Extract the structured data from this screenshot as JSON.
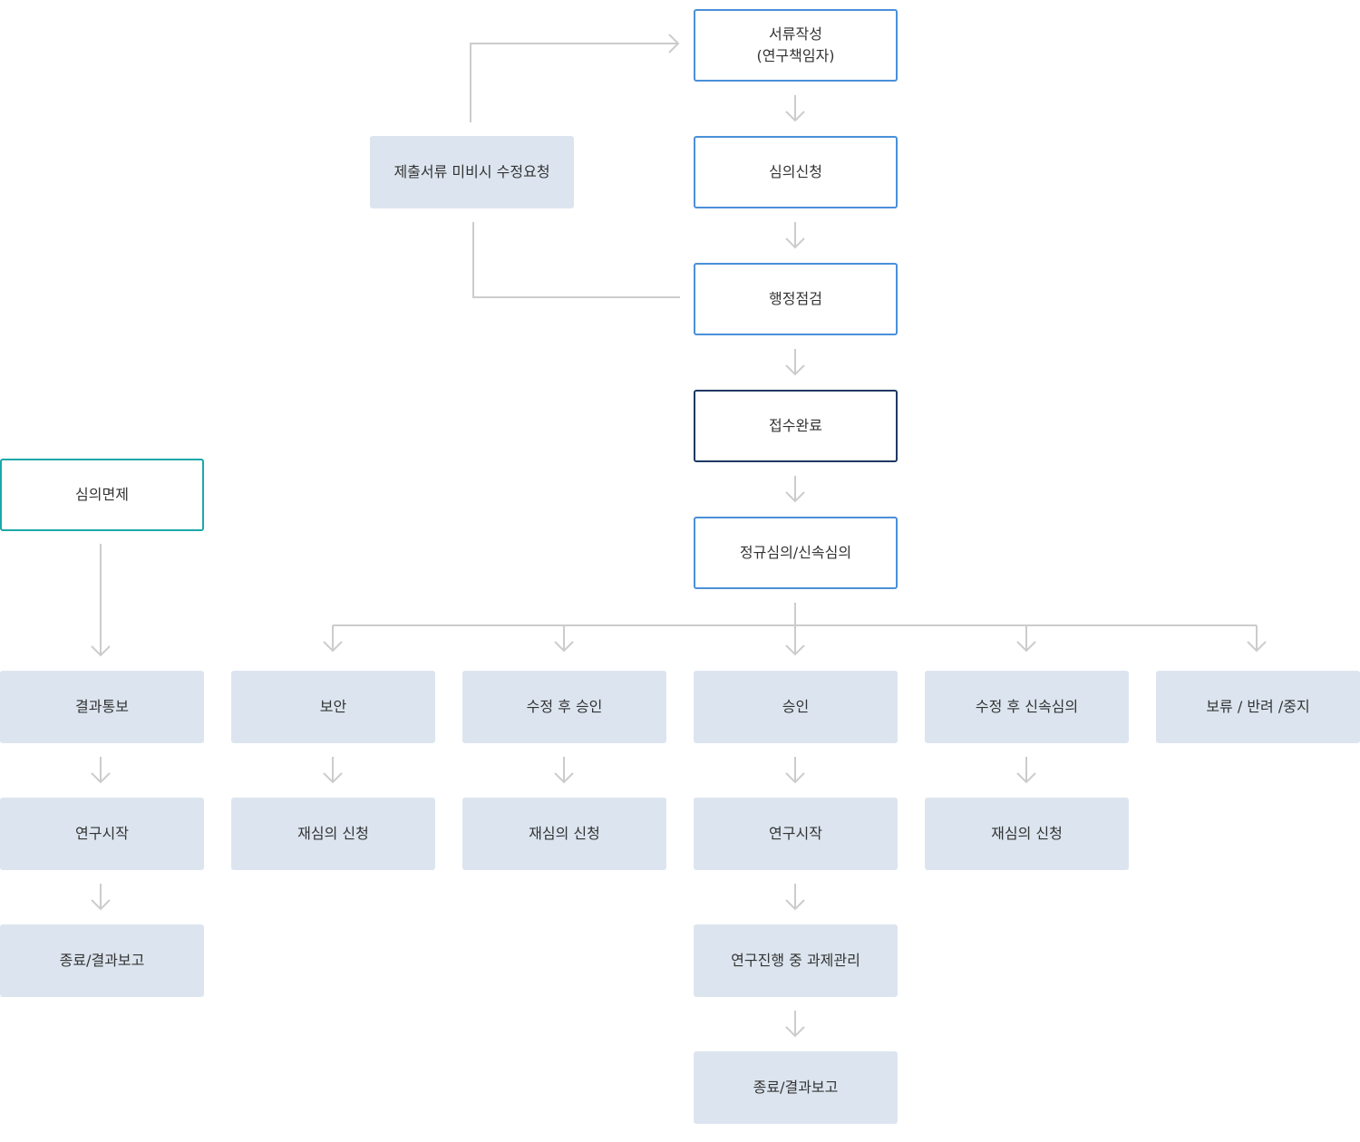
{
  "nodes": {
    "document_prep": "서류작성\n(연구책임자)",
    "review_application": "심의신청",
    "admin_check": "행정점검",
    "revision_request": "제출서류 미비시 수정요청",
    "receipt_complete": "접수완료",
    "regular_review": "정규심의/신속심의",
    "review_exemption": "심의면제",
    "result_notice": "결과통보",
    "exempt_research_start": "연구시작",
    "exempt_final_report": "종료/결과보고",
    "supplement": "보안",
    "supplement_rereview": "재심의 신청",
    "approve_after_revision": "수정 후 승인",
    "revision_rereview": "재심의 신청",
    "approval": "승인",
    "approved_research_start": "연구시작",
    "project_management": "연구진행 중 과제관리",
    "approved_final_report": "종료/결과보고",
    "expedited_after_revision": "수정 후 신속심의",
    "expedited_rereview": "재심의 신청",
    "hold_return_stop": "보류 / 반려 /중지"
  },
  "colors": {
    "primary_border": "#4a90d9",
    "receipt_border": "#1f3864",
    "exemption_border": "#1aa8a8",
    "outcome_fill": "#dce5ef",
    "connector": "#cccccc",
    "text": "#333333"
  }
}
